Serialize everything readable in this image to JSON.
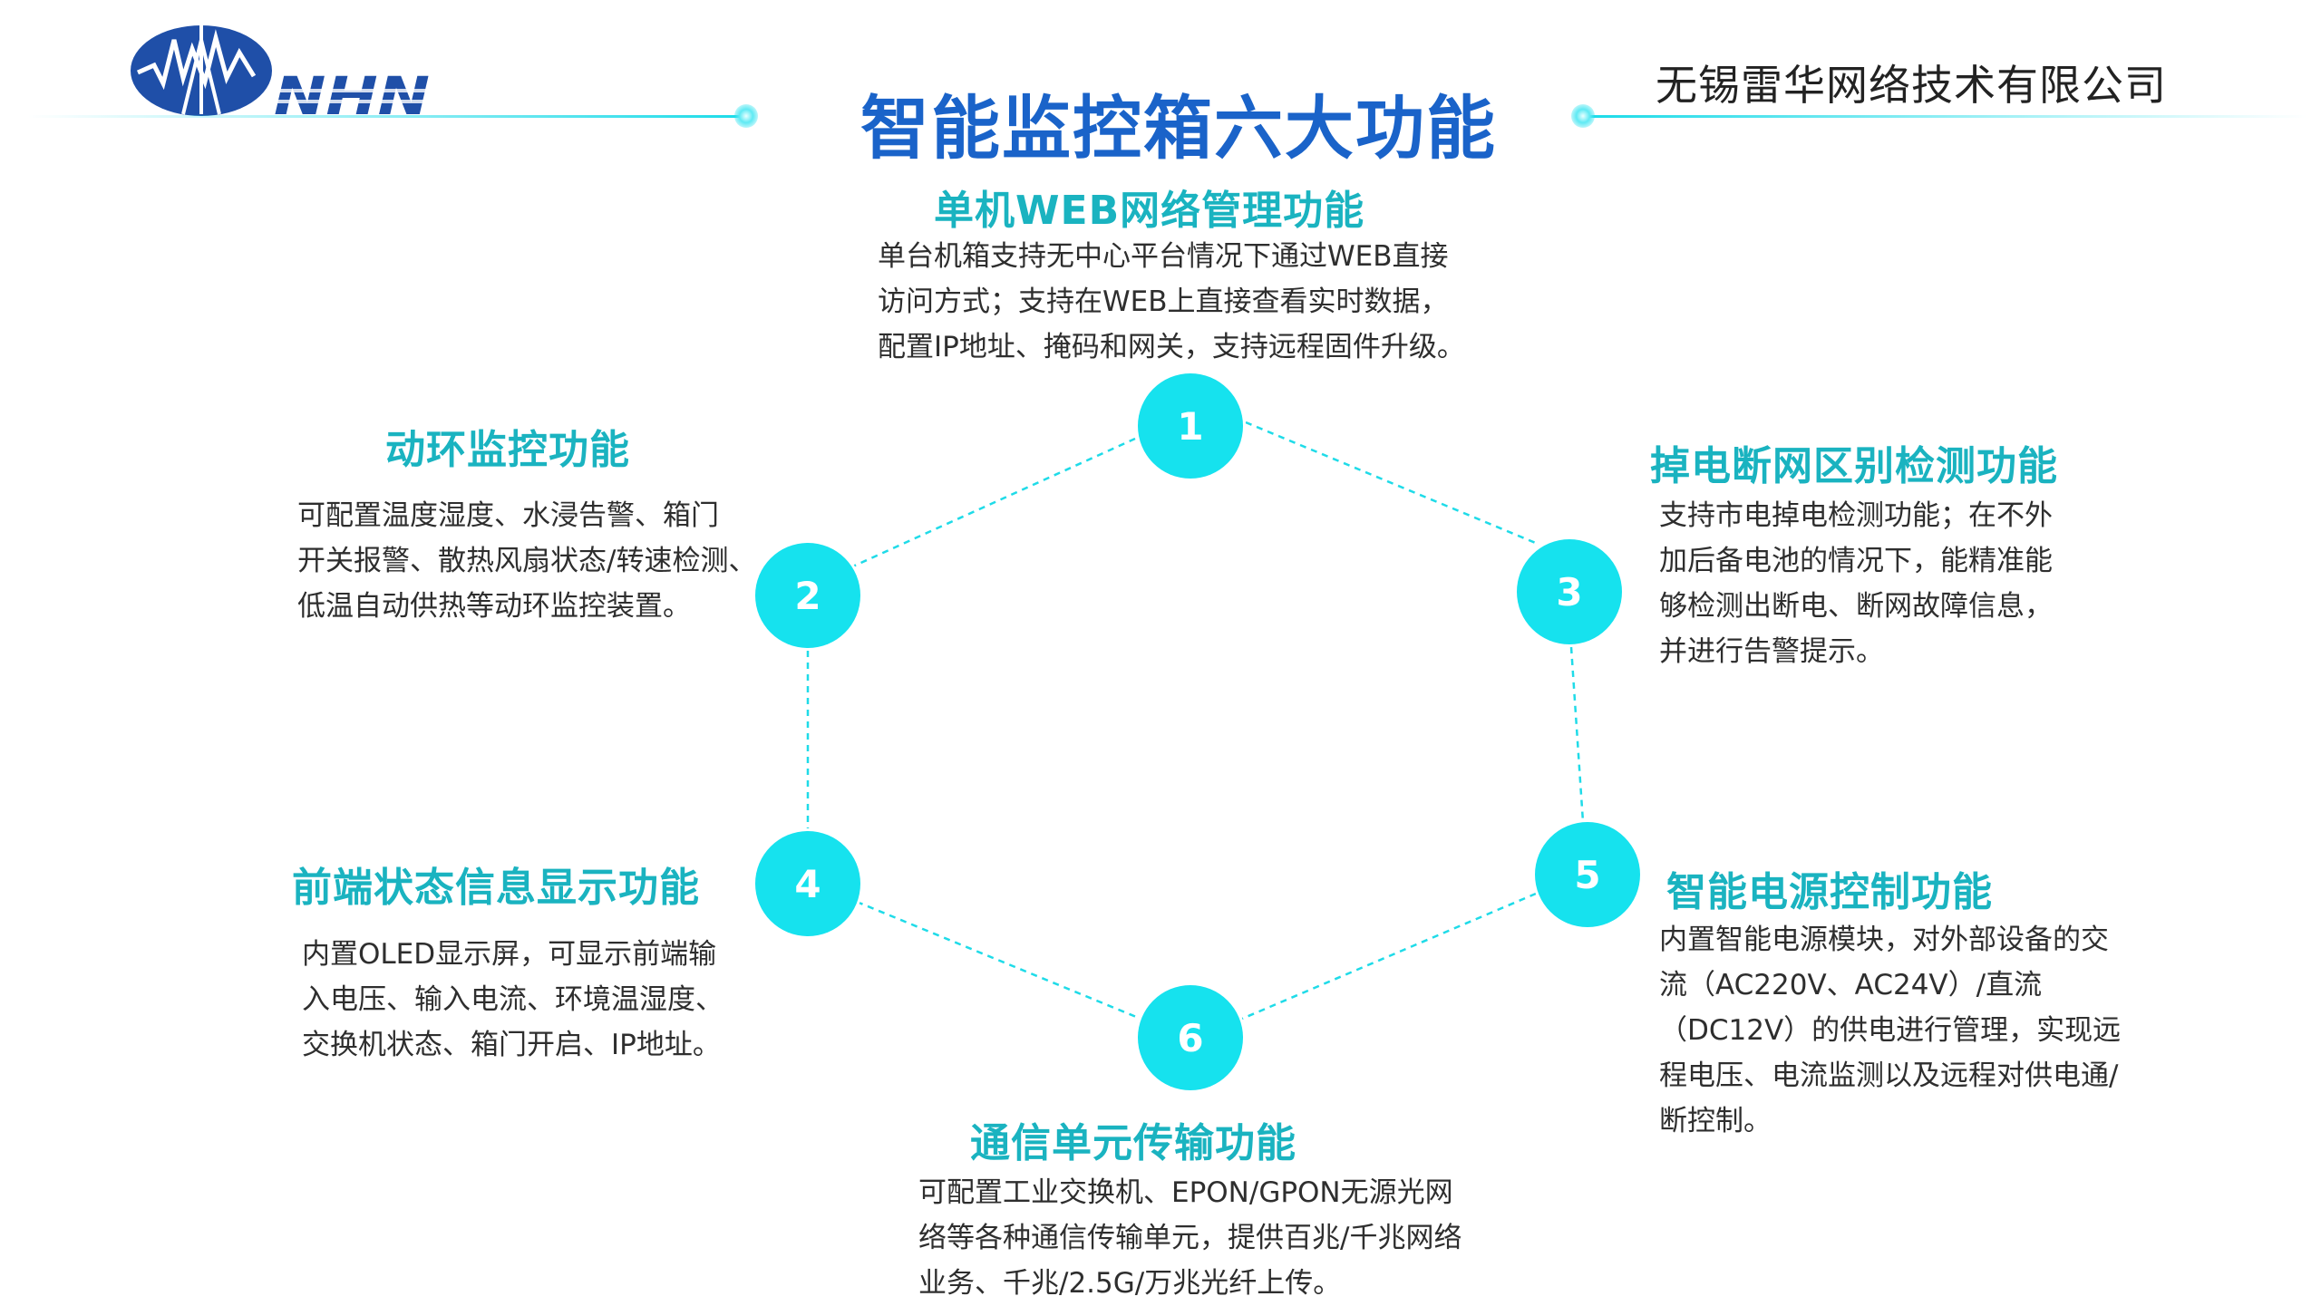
{
  "header": {
    "logo_text": "NHN",
    "title": "智能监控箱六大功能",
    "company": "无锡雷华网络技术有限公司"
  },
  "colors": {
    "title": "#1a63c9",
    "accent": "#16e2ee",
    "feature_title": "#1ab3c0",
    "body_text": "#2e2e2e",
    "logo_blue": "#1f4fa8"
  },
  "features": [
    {
      "number": "1",
      "title": "单机WEB网络管理功能",
      "lines": [
        "单台机箱支持无中心平台情况下通过WEB直接",
        "访问方式；支持在WEB上直接查看实时数据，",
        "配置IP地址、掩码和网关，支持远程固件升级。"
      ]
    },
    {
      "number": "2",
      "title": "动环监控功能",
      "lines": [
        "可配置温度湿度、水浸告警、箱门",
        "开关报警、散热风扇状态/转速检测、",
        "低温自动供热等动环监控装置。"
      ]
    },
    {
      "number": "3",
      "title": "掉电断网区别检测功能",
      "lines": [
        "支持市电掉电检测功能；在不外",
        "加后备电池的情况下，能精准能",
        "够检测出断电、断网故障信息，",
        "并进行告警提示。"
      ]
    },
    {
      "number": "4",
      "title": "前端状态信息显示功能",
      "lines": [
        "内置OLED显示屏，可显示前端输",
        "入电压、输入电流、环境温湿度、",
        "交换机状态、箱门开启、IP地址。"
      ]
    },
    {
      "number": "5",
      "title": "智能电源控制功能",
      "lines": [
        "内置智能电源模块，对外部设备的交",
        "流（AC220V、AC24V）/直流",
        "（DC12V）的供电进行管理，实现远",
        "程电压、电流监测以及远程对供电通/",
        "断控制。"
      ]
    },
    {
      "number": "6",
      "title": "通信单元传输功能",
      "lines": [
        "可配置工业交换机、EPON/GPON无源光网",
        "络等各种通信传输单元，提供百兆/千兆网络",
        "业务、千兆/2.5G/万兆光纤上传。"
      ]
    }
  ]
}
